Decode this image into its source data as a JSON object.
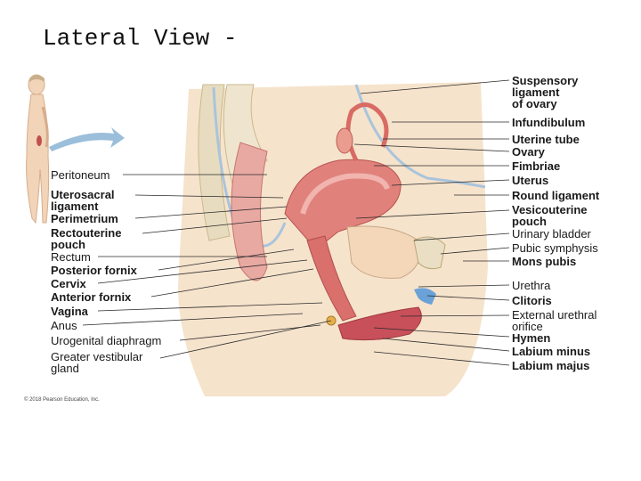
{
  "slide": {
    "title": "Lateral View -"
  },
  "credit": "© 2018 Pearson Education, Inc.",
  "labels_left": {
    "peritoneum": "Peritoneum",
    "uterosacral_ligament": "Uterosacral\nligament",
    "perimetrium": "Perimetrium",
    "rectouterine_pouch": "Rectouterine\npouch",
    "rectum": "Rectum",
    "posterior_fornix": "Posterior fornix",
    "cervix": "Cervix",
    "anterior_fornix": "Anterior fornix",
    "vagina": "Vagina",
    "anus": "Anus",
    "urogenital_diaphragm": "Urogenital diaphragm",
    "greater_vestibular_gland": "Greater vestibular\ngland"
  },
  "labels_right": {
    "suspensory_ligament": "Suspensory\nligament\nof ovary",
    "infundibulum": "Infundibulum",
    "uterine_tube": "Uterine tube",
    "ovary": "Ovary",
    "fimbriae": "Fimbriae",
    "uterus": "Uterus",
    "round_ligament": "Round ligament",
    "vesicouterine_pouch": "Vesicouterine\npouch",
    "urinary_bladder": "Urinary bladder",
    "pubic_symphysis": "Pubic symphysis",
    "mons_pubis": "Mons pubis",
    "urethra": "Urethra",
    "clitoris": "Clitoris",
    "external_urethral_orifice": "External urethral\norifice",
    "hymen": "Hymen",
    "labium_minus": "Labium minus",
    "labium_majus": "Labium majus"
  }
}
